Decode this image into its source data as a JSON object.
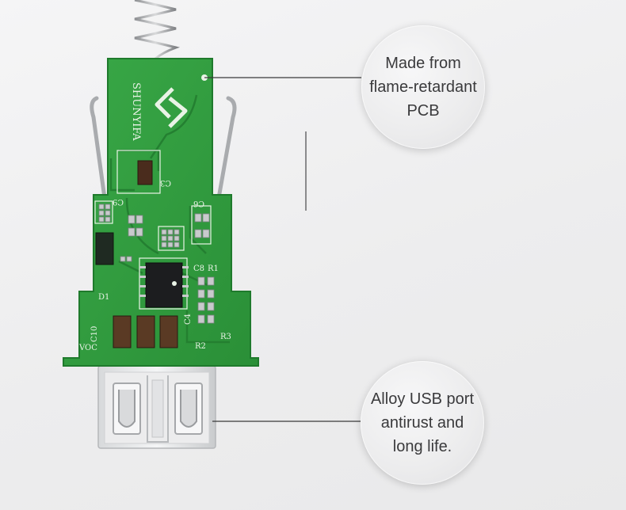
{
  "callouts": {
    "pcb": {
      "lines": [
        "Made from",
        "flame-retardant",
        "PCB"
      ]
    },
    "usb": {
      "lines": [
        "Alloy USB port",
        "antirust and",
        "long life."
      ]
    }
  },
  "board": {
    "brand": "SHUNYIFA",
    "labels": {
      "c3": "C3",
      "c9": "C9",
      "c6": "C6",
      "c8": "C8",
      "r1": "R1",
      "d1": "D1",
      "c4": "C4",
      "c10": "C10",
      "voc": "VOC",
      "r2": "R2",
      "r3": "R3"
    }
  },
  "colors": {
    "pcb": "#2f9a3c",
    "pcb_edge": "#1f7a2c",
    "callout_line": "#3a3a3a"
  }
}
